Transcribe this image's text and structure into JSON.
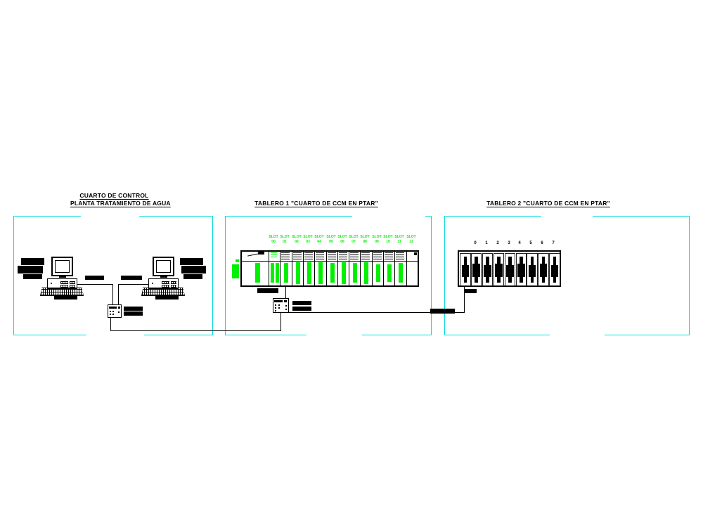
{
  "drawing": {
    "control_room": {
      "title_line1": "CUARTO DE CONTROL",
      "title_line2": "PLANTA TRATAMIENTO DE AGUA"
    },
    "tablero1": {
      "title": "TABLERO 1 \"CUARTO DE CCM EN PTAR\"",
      "slot_word": "SLOT",
      "slot_numbers": [
        "00",
        "01",
        "02",
        "03",
        "04",
        "05",
        "06",
        "07",
        "08",
        "09",
        "10",
        "11",
        "12"
      ]
    },
    "tablero2": {
      "title": "TABLERO 2 \"CUARTO DE CCM EN PTAR\"",
      "module_numbers": [
        "0",
        "1",
        "2",
        "3",
        "4",
        "5",
        "6",
        "7"
      ]
    },
    "colors": {
      "panel_border": "#00dcdc",
      "module_highlight": "#00f000",
      "line": "#000000"
    }
  }
}
